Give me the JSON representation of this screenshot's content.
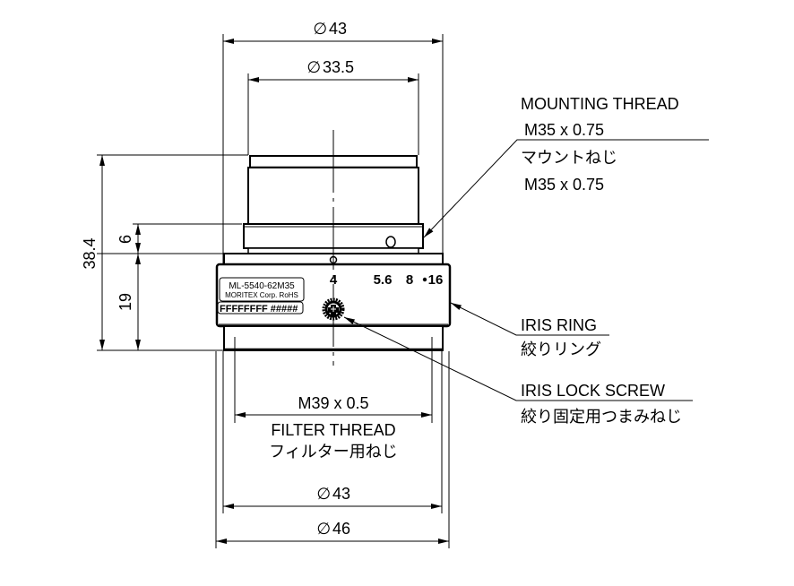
{
  "drawing": {
    "model_label": {
      "line1": "ML-5540-62M35",
      "line2": "MORITEX Corp. RoHS",
      "line3": "FFFFFFFF #####"
    },
    "f_numbers": [
      "4",
      "5.6",
      "8",
      "16"
    ],
    "dimensions": {
      "top_outer": {
        "symbol": "∅",
        "value": "43"
      },
      "top_inner": {
        "symbol": "∅",
        "value": "33.5"
      },
      "total_height": "38.4",
      "mount_height": "6",
      "body_height": "19",
      "filter_thread": "M39 x 0.5",
      "bottom_inner": {
        "symbol": "∅",
        "value": "43"
      },
      "bottom_outer": {
        "symbol": "∅",
        "value": "46"
      }
    },
    "callouts": {
      "mounting_thread": {
        "title": "MOUNTING THREAD",
        "spec": "M35 x 0.75",
        "title_jp": "マウントねじ",
        "spec_jp": "M35 x 0.75"
      },
      "iris_ring": {
        "title": "IRIS RING",
        "title_jp": "絞りリング"
      },
      "iris_lock_screw": {
        "title": "IRIS LOCK SCREW",
        "title_jp": "絞り固定用つまみねじ"
      },
      "filter_thread": {
        "title": "FILTER THREAD",
        "title_jp": "フィルター用ねじ"
      }
    }
  }
}
